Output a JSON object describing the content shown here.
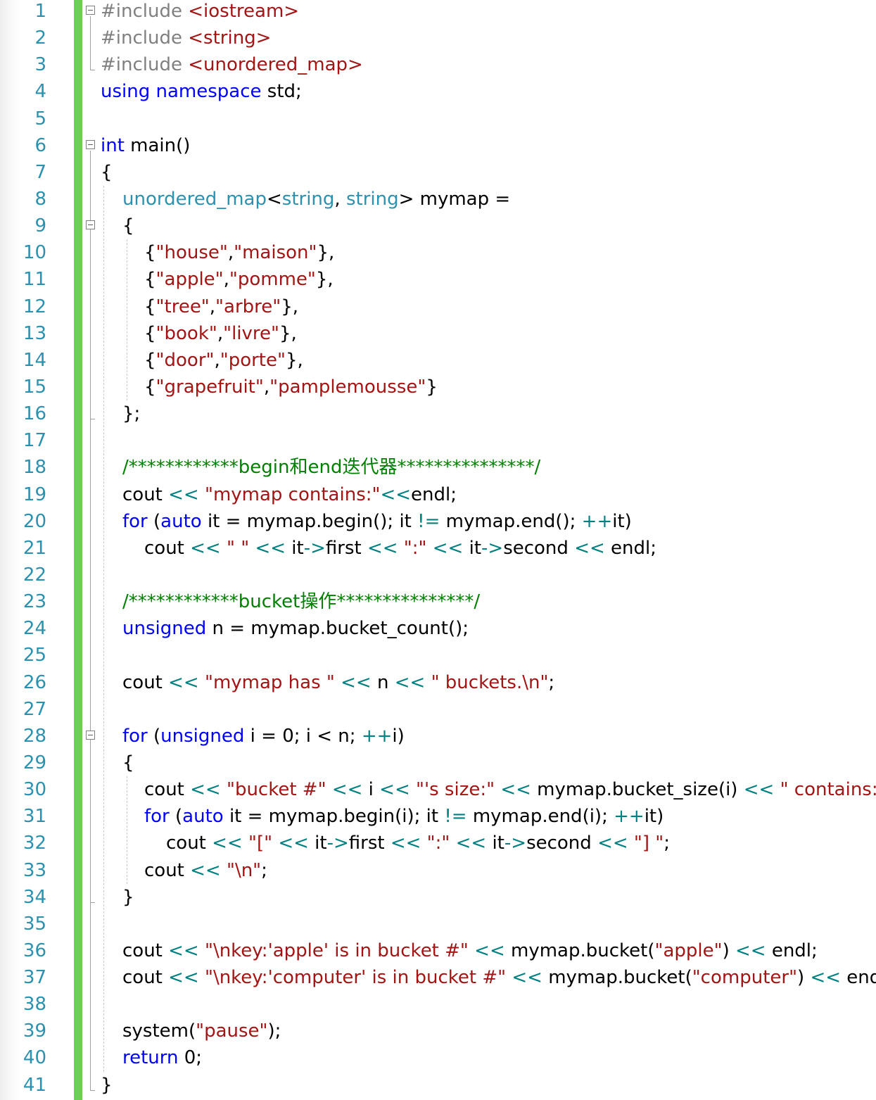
{
  "editor": {
    "language": "C++",
    "colors": {
      "keyword": "#0000ff",
      "type": "#2b91af",
      "string": "#a31515",
      "comment": "#008000",
      "preprocessor": "#808080",
      "operator": "#008080",
      "line_number": "#2b91af",
      "change_bar": "#6ccf5a"
    },
    "lines": [
      {
        "n": "1",
        "fold": true,
        "indent": 0,
        "tokens": [
          [
            "pp",
            "#include "
          ],
          [
            "str",
            "<iostream>"
          ]
        ]
      },
      {
        "n": "2",
        "fold": false,
        "indent": 0,
        "tokens": [
          [
            "pp",
            "#include "
          ],
          [
            "str",
            "<string>"
          ]
        ]
      },
      {
        "n": "3",
        "fold": false,
        "indent": 0,
        "tokens": [
          [
            "pp",
            "#include "
          ],
          [
            "str",
            "<unordered_map>"
          ]
        ]
      },
      {
        "n": "4",
        "fold": false,
        "indent": 0,
        "tokens": [
          [
            "kw",
            "using namespace"
          ],
          [
            "tx",
            " std;"
          ]
        ]
      },
      {
        "n": "5",
        "fold": false,
        "indent": 0,
        "tokens": []
      },
      {
        "n": "6",
        "fold": true,
        "indent": 0,
        "tokens": [
          [
            "kw",
            "int"
          ],
          [
            "tx",
            " main()"
          ]
        ]
      },
      {
        "n": "7",
        "fold": false,
        "indent": 0,
        "tokens": [
          [
            "tx",
            "{"
          ]
        ]
      },
      {
        "n": "8",
        "fold": false,
        "indent": 1,
        "tokens": [
          [
            "ty",
            "unordered_map"
          ],
          [
            "tx",
            "<"
          ],
          [
            "ty",
            "string"
          ],
          [
            "tx",
            ", "
          ],
          [
            "ty",
            "string"
          ],
          [
            "tx",
            "> mymap ="
          ]
        ]
      },
      {
        "n": "9",
        "fold": true,
        "indent": 1,
        "tokens": [
          [
            "tx",
            "{"
          ]
        ]
      },
      {
        "n": "10",
        "fold": false,
        "indent": 2,
        "tokens": [
          [
            "tx",
            "{"
          ],
          [
            "str",
            "\"house\""
          ],
          [
            "tx",
            ","
          ],
          [
            "str",
            "\"maison\""
          ],
          [
            "tx",
            "},"
          ]
        ]
      },
      {
        "n": "11",
        "fold": false,
        "indent": 2,
        "tokens": [
          [
            "tx",
            "{"
          ],
          [
            "str",
            "\"apple\""
          ],
          [
            "tx",
            ","
          ],
          [
            "str",
            "\"pomme\""
          ],
          [
            "tx",
            "},"
          ]
        ]
      },
      {
        "n": "12",
        "fold": false,
        "indent": 2,
        "tokens": [
          [
            "tx",
            "{"
          ],
          [
            "str",
            "\"tree\""
          ],
          [
            "tx",
            ","
          ],
          [
            "str",
            "\"arbre\""
          ],
          [
            "tx",
            "},"
          ]
        ]
      },
      {
        "n": "13",
        "fold": false,
        "indent": 2,
        "tokens": [
          [
            "tx",
            "{"
          ],
          [
            "str",
            "\"book\""
          ],
          [
            "tx",
            ","
          ],
          [
            "str",
            "\"livre\""
          ],
          [
            "tx",
            "},"
          ]
        ]
      },
      {
        "n": "14",
        "fold": false,
        "indent": 2,
        "tokens": [
          [
            "tx",
            "{"
          ],
          [
            "str",
            "\"door\""
          ],
          [
            "tx",
            ","
          ],
          [
            "str",
            "\"porte\""
          ],
          [
            "tx",
            "},"
          ]
        ]
      },
      {
        "n": "15",
        "fold": false,
        "indent": 2,
        "tokens": [
          [
            "tx",
            "{"
          ],
          [
            "str",
            "\"grapefruit\""
          ],
          [
            "tx",
            ","
          ],
          [
            "str",
            "\"pamplemousse\""
          ],
          [
            "tx",
            "}"
          ]
        ]
      },
      {
        "n": "16",
        "fold": false,
        "indent": 1,
        "tokens": [
          [
            "tx",
            "};"
          ]
        ]
      },
      {
        "n": "17",
        "fold": false,
        "indent": 1,
        "tokens": []
      },
      {
        "n": "18",
        "fold": false,
        "indent": 1,
        "tokens": [
          [
            "cm",
            "/************begin和end迭代器***************/"
          ]
        ]
      },
      {
        "n": "19",
        "fold": false,
        "indent": 1,
        "tokens": [
          [
            "tx",
            "cout "
          ],
          [
            "op",
            "<<"
          ],
          [
            "tx",
            " "
          ],
          [
            "str",
            "\"mymap contains:\""
          ],
          [
            "op",
            "<<"
          ],
          [
            "tx",
            "endl;"
          ]
        ]
      },
      {
        "n": "20",
        "fold": false,
        "indent": 1,
        "tokens": [
          [
            "kw",
            "for"
          ],
          [
            "tx",
            " ("
          ],
          [
            "kw",
            "auto"
          ],
          [
            "tx",
            " it = mymap.begin(); it "
          ],
          [
            "op",
            "!="
          ],
          [
            "tx",
            " mymap.end(); "
          ],
          [
            "op",
            "++"
          ],
          [
            "tx",
            "it)"
          ]
        ]
      },
      {
        "n": "21",
        "fold": false,
        "indent": 2,
        "tokens": [
          [
            "tx",
            "cout "
          ],
          [
            "op",
            "<<"
          ],
          [
            "tx",
            " "
          ],
          [
            "str",
            "\" \""
          ],
          [
            "tx",
            " "
          ],
          [
            "op",
            "<<"
          ],
          [
            "tx",
            " it"
          ],
          [
            "op",
            "->"
          ],
          [
            "tx",
            "first "
          ],
          [
            "op",
            "<<"
          ],
          [
            "tx",
            " "
          ],
          [
            "str",
            "\":\""
          ],
          [
            "tx",
            " "
          ],
          [
            "op",
            "<<"
          ],
          [
            "tx",
            " it"
          ],
          [
            "op",
            "->"
          ],
          [
            "tx",
            "second "
          ],
          [
            "op",
            "<<"
          ],
          [
            "tx",
            " endl;"
          ]
        ]
      },
      {
        "n": "22",
        "fold": false,
        "indent": 1,
        "tokens": []
      },
      {
        "n": "23",
        "fold": false,
        "indent": 1,
        "tokens": [
          [
            "cm",
            "/************bucket操作***************/"
          ]
        ]
      },
      {
        "n": "24",
        "fold": false,
        "indent": 1,
        "tokens": [
          [
            "kw",
            "unsigned"
          ],
          [
            "tx",
            " n = mymap.bucket_count();"
          ]
        ]
      },
      {
        "n": "25",
        "fold": false,
        "indent": 1,
        "tokens": []
      },
      {
        "n": "26",
        "fold": false,
        "indent": 1,
        "tokens": [
          [
            "tx",
            "cout "
          ],
          [
            "op",
            "<<"
          ],
          [
            "tx",
            " "
          ],
          [
            "str",
            "\"mymap has \""
          ],
          [
            "tx",
            " "
          ],
          [
            "op",
            "<<"
          ],
          [
            "tx",
            " n "
          ],
          [
            "op",
            "<<"
          ],
          [
            "tx",
            " "
          ],
          [
            "str",
            "\" buckets.\\n\""
          ],
          [
            "tx",
            ";"
          ]
        ]
      },
      {
        "n": "27",
        "fold": false,
        "indent": 1,
        "tokens": []
      },
      {
        "n": "28",
        "fold": true,
        "indent": 1,
        "tokens": [
          [
            "kw",
            "for"
          ],
          [
            "tx",
            " ("
          ],
          [
            "kw",
            "unsigned"
          ],
          [
            "tx",
            " i = 0; i < n; "
          ],
          [
            "op",
            "++"
          ],
          [
            "tx",
            "i)"
          ]
        ]
      },
      {
        "n": "29",
        "fold": false,
        "indent": 1,
        "tokens": [
          [
            "tx",
            "{"
          ]
        ]
      },
      {
        "n": "30",
        "fold": false,
        "indent": 2,
        "tokens": [
          [
            "tx",
            "cout "
          ],
          [
            "op",
            "<<"
          ],
          [
            "tx",
            " "
          ],
          [
            "str",
            "\"bucket #\""
          ],
          [
            "tx",
            " "
          ],
          [
            "op",
            "<<"
          ],
          [
            "tx",
            " i "
          ],
          [
            "op",
            "<<"
          ],
          [
            "tx",
            " "
          ],
          [
            "str",
            "\"'s size:\""
          ],
          [
            "tx",
            " "
          ],
          [
            "op",
            "<<"
          ],
          [
            "tx",
            " mymap.bucket_size(i) "
          ],
          [
            "op",
            "<<"
          ],
          [
            "tx",
            " "
          ],
          [
            "str",
            "\" contains: \""
          ],
          [
            "tx",
            ";"
          ]
        ]
      },
      {
        "n": "31",
        "fold": false,
        "indent": 2,
        "tokens": [
          [
            "kw",
            "for"
          ],
          [
            "tx",
            " ("
          ],
          [
            "kw",
            "auto"
          ],
          [
            "tx",
            " it = mymap.begin(i); it "
          ],
          [
            "op",
            "!="
          ],
          [
            "tx",
            " mymap.end(i); "
          ],
          [
            "op",
            "++"
          ],
          [
            "tx",
            "it)"
          ]
        ]
      },
      {
        "n": "32",
        "fold": false,
        "indent": 3,
        "tokens": [
          [
            "tx",
            "cout "
          ],
          [
            "op",
            "<<"
          ],
          [
            "tx",
            " "
          ],
          [
            "str",
            "\"[\""
          ],
          [
            "tx",
            " "
          ],
          [
            "op",
            "<<"
          ],
          [
            "tx",
            " it"
          ],
          [
            "op",
            "->"
          ],
          [
            "tx",
            "first "
          ],
          [
            "op",
            "<<"
          ],
          [
            "tx",
            " "
          ],
          [
            "str",
            "\":\""
          ],
          [
            "tx",
            " "
          ],
          [
            "op",
            "<<"
          ],
          [
            "tx",
            " it"
          ],
          [
            "op",
            "->"
          ],
          [
            "tx",
            "second "
          ],
          [
            "op",
            "<<"
          ],
          [
            "tx",
            " "
          ],
          [
            "str",
            "\"] \""
          ],
          [
            "tx",
            ";"
          ]
        ]
      },
      {
        "n": "33",
        "fold": false,
        "indent": 2,
        "tokens": [
          [
            "tx",
            "cout "
          ],
          [
            "op",
            "<<"
          ],
          [
            "tx",
            " "
          ],
          [
            "str",
            "\"\\n\""
          ],
          [
            "tx",
            ";"
          ]
        ]
      },
      {
        "n": "34",
        "fold": false,
        "indent": 1,
        "tokens": [
          [
            "tx",
            "}"
          ]
        ]
      },
      {
        "n": "35",
        "fold": false,
        "indent": 1,
        "tokens": []
      },
      {
        "n": "36",
        "fold": false,
        "indent": 1,
        "tokens": [
          [
            "tx",
            "cout "
          ],
          [
            "op",
            "<<"
          ],
          [
            "tx",
            " "
          ],
          [
            "str",
            "\"\\nkey:'apple' is in bucket #\""
          ],
          [
            "tx",
            " "
          ],
          [
            "op",
            "<<"
          ],
          [
            "tx",
            " mymap.bucket("
          ],
          [
            "str",
            "\"apple\""
          ],
          [
            "tx",
            ") "
          ],
          [
            "op",
            "<<"
          ],
          [
            "tx",
            " endl;"
          ]
        ]
      },
      {
        "n": "37",
        "fold": false,
        "indent": 1,
        "tokens": [
          [
            "tx",
            "cout "
          ],
          [
            "op",
            "<<"
          ],
          [
            "tx",
            " "
          ],
          [
            "str",
            "\"\\nkey:'computer' is in bucket #\""
          ],
          [
            "tx",
            " "
          ],
          [
            "op",
            "<<"
          ],
          [
            "tx",
            " mymap.bucket("
          ],
          [
            "str",
            "\"computer\""
          ],
          [
            "tx",
            ") "
          ],
          [
            "op",
            "<<"
          ],
          [
            "tx",
            " endl;"
          ]
        ]
      },
      {
        "n": "38",
        "fold": false,
        "indent": 1,
        "tokens": []
      },
      {
        "n": "39",
        "fold": false,
        "indent": 1,
        "tokens": [
          [
            "tx",
            "system("
          ],
          [
            "str",
            "\"pause\""
          ],
          [
            "tx",
            ");"
          ]
        ]
      },
      {
        "n": "40",
        "fold": false,
        "indent": 1,
        "tokens": [
          [
            "kw",
            "return"
          ],
          [
            "tx",
            " 0;"
          ]
        ]
      },
      {
        "n": "41",
        "fold": false,
        "indent": 0,
        "tokens": [
          [
            "tx",
            "}"
          ]
        ]
      }
    ]
  }
}
